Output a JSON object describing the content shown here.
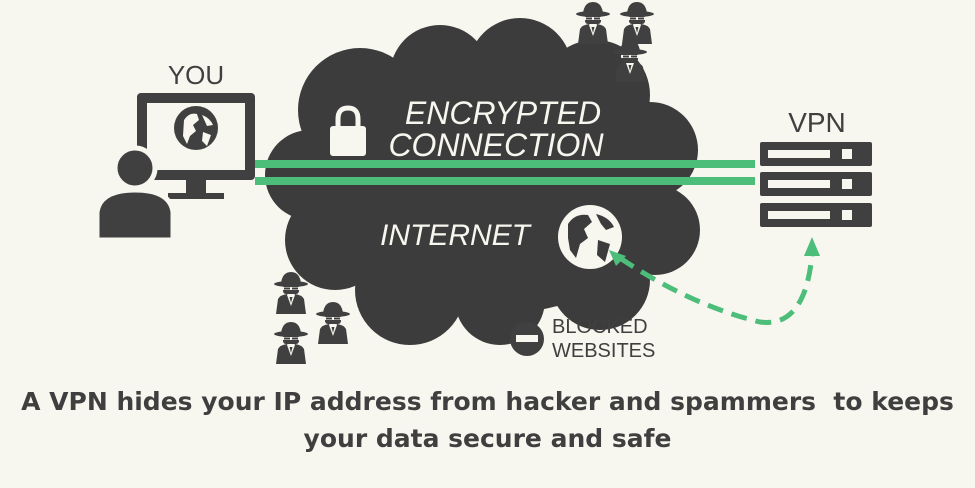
{
  "labels": {
    "you": "YOU",
    "vpn": "VPN",
    "encrypted_line1": "ENCRYPTED",
    "encrypted_line2": "CONNECTION",
    "internet": "INTERNET",
    "blocked_line1": "BLOCKED",
    "blocked_line2": "WEBSITES"
  },
  "caption": {
    "line1": "A VPN hides your IP address from hacker and spammers  to keeps",
    "line2": "your data secure and safe"
  },
  "colors": {
    "background": "#f7f6ef",
    "cloud": "#3c3c3c",
    "icon_dark": "#404040",
    "accent_green": "#4dbd7a",
    "text_dark": "#3f3f3f"
  },
  "icons": [
    "user-icon",
    "monitor-icon",
    "globe-icon",
    "lock-icon",
    "server-icon",
    "hacker-icon",
    "blocked-icon",
    "dashed-arrow-icon"
  ]
}
